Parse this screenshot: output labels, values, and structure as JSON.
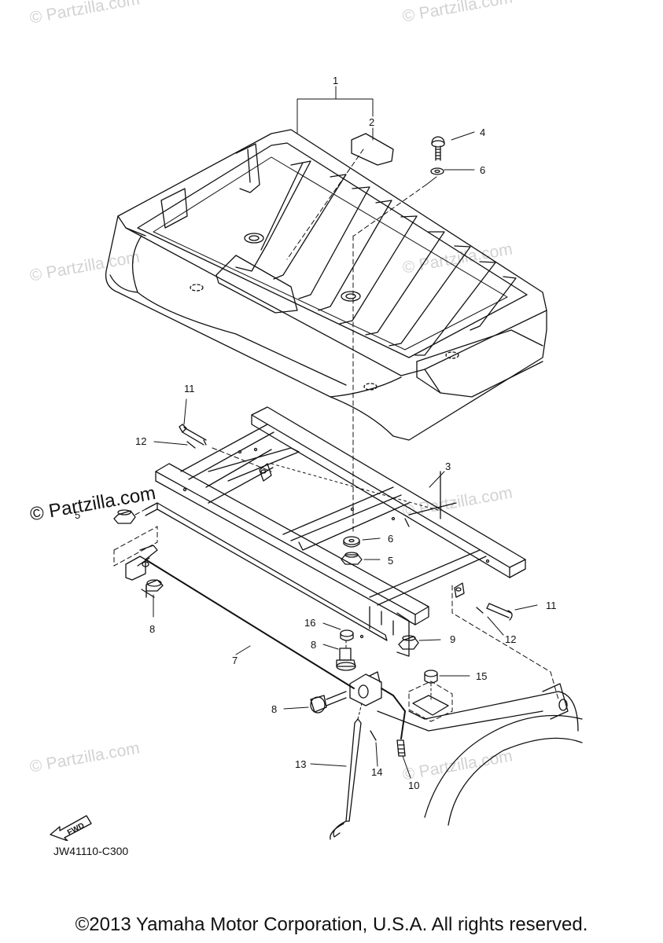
{
  "watermark_text": "© Partzilla.com",
  "watermark_main": "© Partzilla.com",
  "diagram_code": "JW41110-C300",
  "fwd_label": "FWD",
  "copyright": "©2013 Yamaha Motor Corporation, U.S.A. All rights reserved.",
  "callouts": [
    "1",
    "2",
    "3",
    "4",
    "5",
    "6",
    "6",
    "5",
    "7",
    "8",
    "8",
    "8",
    "9",
    "10",
    "11",
    "11",
    "12",
    "12",
    "13",
    "14",
    "15",
    "16"
  ]
}
